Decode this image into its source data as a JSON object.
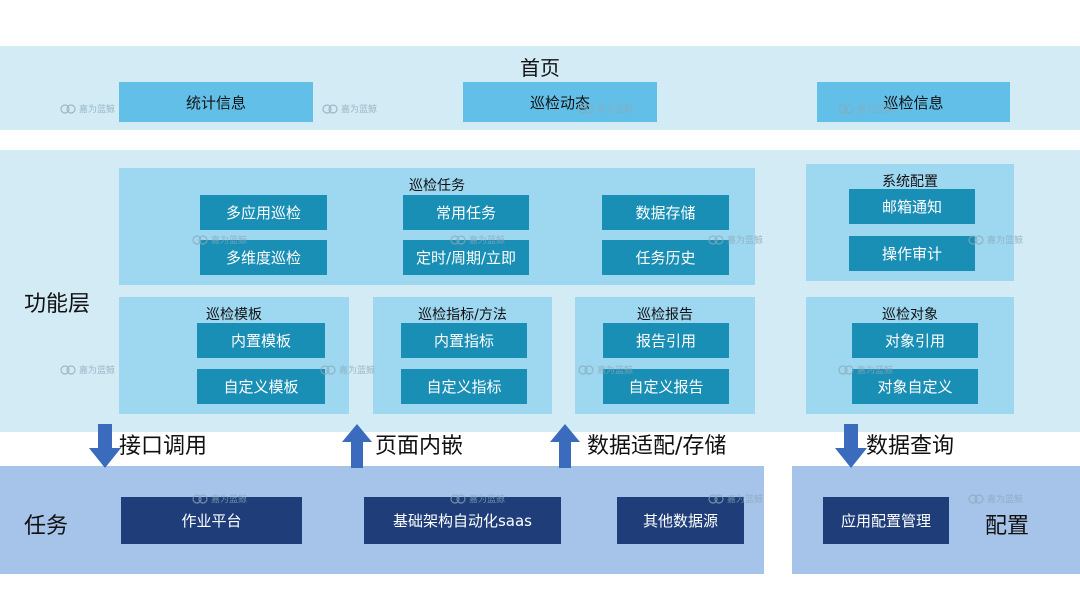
{
  "homepage": {
    "title": "首页",
    "buttons": [
      "统计信息",
      "巡检动态",
      "巡检信息"
    ]
  },
  "function_layer": {
    "label": "功能层",
    "task_panel": {
      "title": "巡检任务",
      "buttons": [
        "多应用巡检",
        "常用任务",
        "数据存储",
        "多维度巡检",
        "定时/周期/立即",
        "任务历史"
      ]
    },
    "system_config": {
      "title": "系统配置",
      "buttons": [
        "邮箱通知",
        "操作审计"
      ]
    },
    "template_panel": {
      "title": "巡检模板",
      "buttons": [
        "内置模板",
        "自定义模板"
      ]
    },
    "metric_panel": {
      "title": "巡检指标/方法",
      "buttons": [
        "内置指标",
        "自定义指标"
      ]
    },
    "report_panel": {
      "title": "巡检报告",
      "buttons": [
        "报告引用",
        "自定义报告"
      ]
    },
    "object_panel": {
      "title": "巡检对象",
      "buttons": [
        "对象引用",
        "对象自定义"
      ]
    }
  },
  "arrows": {
    "api_call": {
      "label": "接口调用",
      "direction": "down"
    },
    "page_embed": {
      "label": "页面内嵌",
      "direction": "up"
    },
    "data_adapt": {
      "label": "数据适配/存储",
      "direction": "up"
    },
    "data_query": {
      "label": "数据查询",
      "direction": "down"
    }
  },
  "task_layer": {
    "label": "任务",
    "buttons": [
      "作业平台",
      "基础架构自动化saas",
      "其他数据源"
    ]
  },
  "config_layer": {
    "label": "配置",
    "buttons": [
      "应用配置管理"
    ]
  },
  "watermark": {
    "text": "嘉为蓝鲸"
  },
  "colors": {
    "band_light": "#d2ebf5",
    "band_bottom": "#a6c3ea",
    "top_button": "#62c0e8",
    "panel": "#9ed7f0",
    "panel_button": "#1a8fb6",
    "navy_button": "#1f3e79",
    "arrow": "#3a6bbd"
  }
}
